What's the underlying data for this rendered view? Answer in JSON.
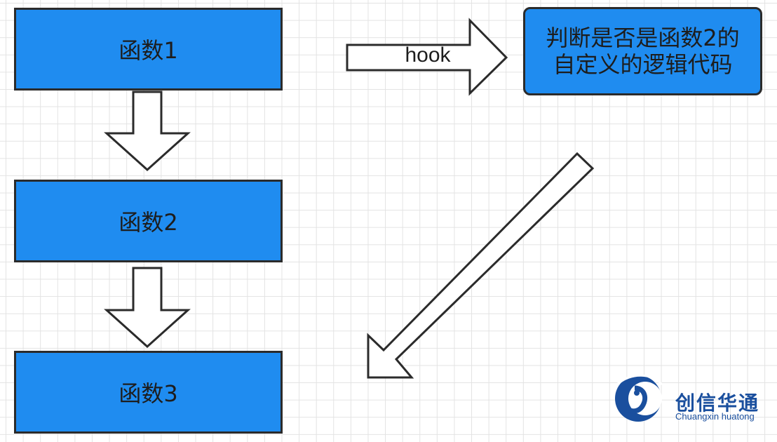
{
  "boxes": {
    "func1": "函数1",
    "func2": "函数2",
    "func3": "函数3",
    "logic_line1": "判断是否是函数2的",
    "logic_line2": "自定义的逻辑代码"
  },
  "arrows": {
    "hook_label": "hook"
  },
  "logo": {
    "name": "创信华通",
    "subtitle": "Chuangxin huatong"
  },
  "colors": {
    "box_fill": "#1f8cf0",
    "border": "#2b2b2b",
    "logo": "#1a4f9e"
  }
}
